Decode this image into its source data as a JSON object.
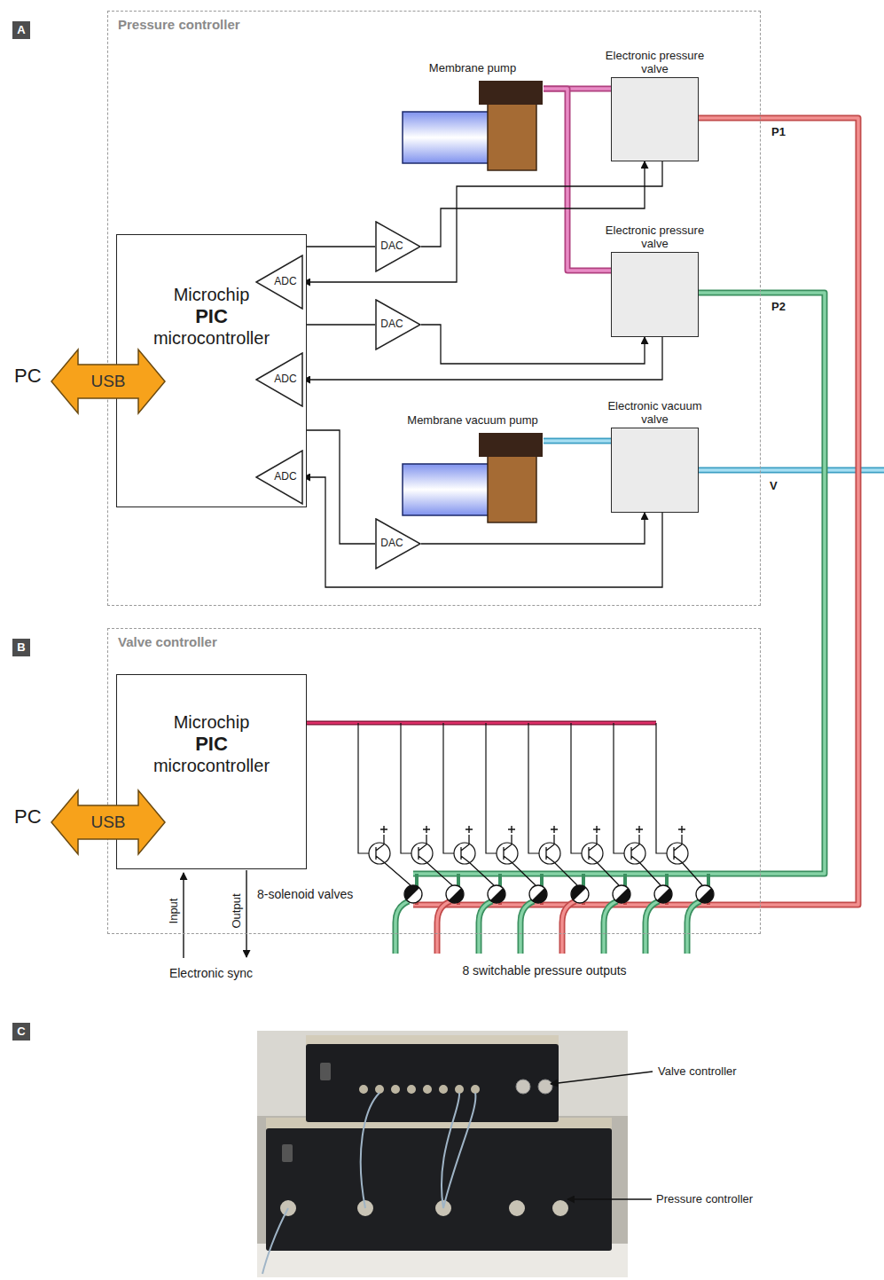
{
  "diagram": {
    "nodes": [
      {
        "text": [
          "A"
        ]
      },
      {
        "text": [
          "Pressure controller"
        ]
      },
      {
        "text": [
          "Membrane pump"
        ],
        "in": 1
      },
      {
        "text": [
          "Electronic pressure valve"
        ],
        "in": 1
      },
      {
        "text": [
          "Electronic pressure valve"
        ],
        "in": 1
      },
      {
        "text": [
          "Microchip",
          "PIC",
          "microcontroller"
        ],
        "in": 1
      },
      {
        "text": [
          "ADC"
        ],
        "in": 1
      },
      {
        "text": [
          "DAC"
        ],
        "in": 1
      },
      {
        "text": [
          "DAC"
        ],
        "in": 1
      },
      {
        "text": [
          "ADC"
        ],
        "in": 1
      },
      {
        "text": [
          "USB"
        ]
      },
      {
        "text": [
          "Membrane vacuum pump"
        ],
        "in": 1
      },
      {
        "text": [
          "Electronic vacuum valve"
        ],
        "in": 1
      },
      {
        "text": [
          "ADC"
        ],
        "in": 1
      },
      {
        "text": [
          "DAC"
        ],
        "in": 1
      },
      {
        "text": [
          "B"
        ]
      },
      {
        "text": [
          "Valve controller"
        ]
      },
      {
        "text": [
          "Microchip",
          "PIC",
          "microcontroller"
        ],
        "in": 16
      },
      {
        "text": [
          "USB"
        ]
      },
      {
        "text": [
          "C"
        ]
      }
    ],
    "edges": [
      {
        "from": 2,
        "to": 3,
        "arrow": "none"
      },
      {
        "from": 2,
        "to": 4,
        "arrow": "none"
      },
      {
        "from": 5,
        "to": 7,
        "arrow": "none"
      },
      {
        "from": 7,
        "to": 3,
        "arrow": "to"
      },
      {
        "from": 3,
        "to": 6,
        "arrow": "to"
      },
      {
        "from": 5,
        "to": 8,
        "arrow": "none"
      },
      {
        "from": 8,
        "to": 4,
        "arrow": "to"
      },
      {
        "from": 4,
        "to": 9,
        "arrow": "to"
      },
      {
        "from": 11,
        "to": 12,
        "arrow": "none"
      },
      {
        "from": 5,
        "to": 14,
        "arrow": "none"
      },
      {
        "from": 14,
        "to": 12,
        "arrow": "to"
      },
      {
        "from": 12,
        "to": 13,
        "arrow": "to"
      },
      {
        "from": 3,
        "to": 16,
        "label": "P1",
        "arrow": "none"
      },
      {
        "from": 4,
        "to": 16,
        "label": "P2",
        "arrow": "none"
      }
    ],
    "labels": [
      "PC",
      "V",
      "PC",
      "8-solenoid valves",
      "Input",
      "Output",
      "Electronic sync",
      "8 switchable pressure outputs",
      "Valve controller",
      "Pressure controller"
    ]
  }
}
